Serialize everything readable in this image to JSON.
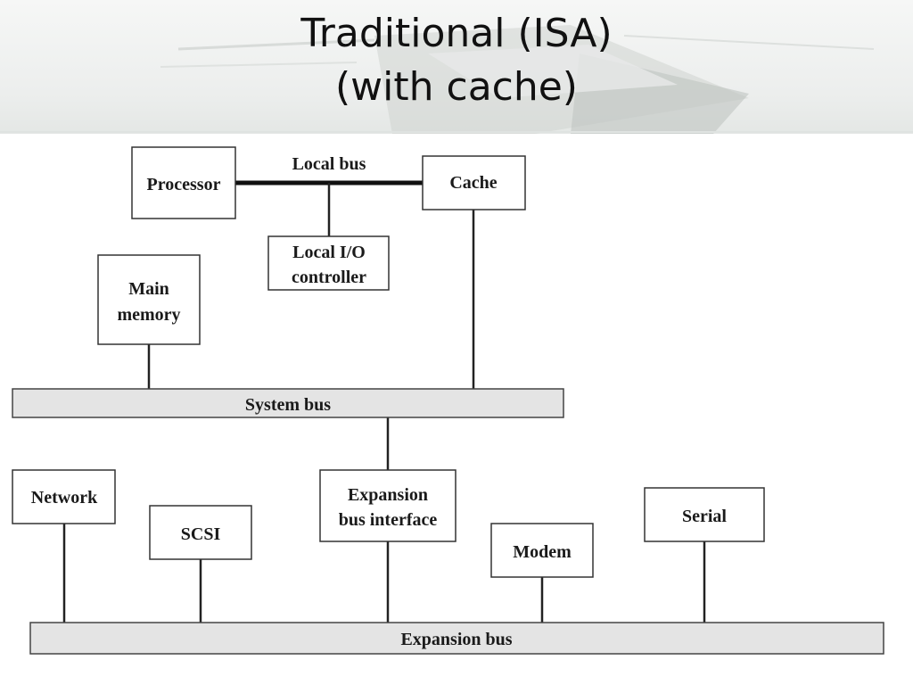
{
  "slide": {
    "title_line1": "Traditional (ISA)",
    "title_line2": "(with cache)"
  },
  "diagram": {
    "nodes": {
      "processor": "Processor",
      "cache": "Cache",
      "local_io_line1": "Local I/O",
      "local_io_line2": "controller",
      "main_memory_line1": "Main",
      "main_memory_line2": "memory",
      "network": "Network",
      "scsi": "SCSI",
      "expansion_interface_line1": "Expansion",
      "expansion_interface_line2": "bus interface",
      "modem": "Modem",
      "serial": "Serial"
    },
    "buses": {
      "local_bus": "Local bus",
      "system_bus": "System bus",
      "expansion_bus": "Expansion bus"
    }
  },
  "colors": {
    "bus_fill": "#e4e4e4",
    "box_stroke": "#333333"
  }
}
